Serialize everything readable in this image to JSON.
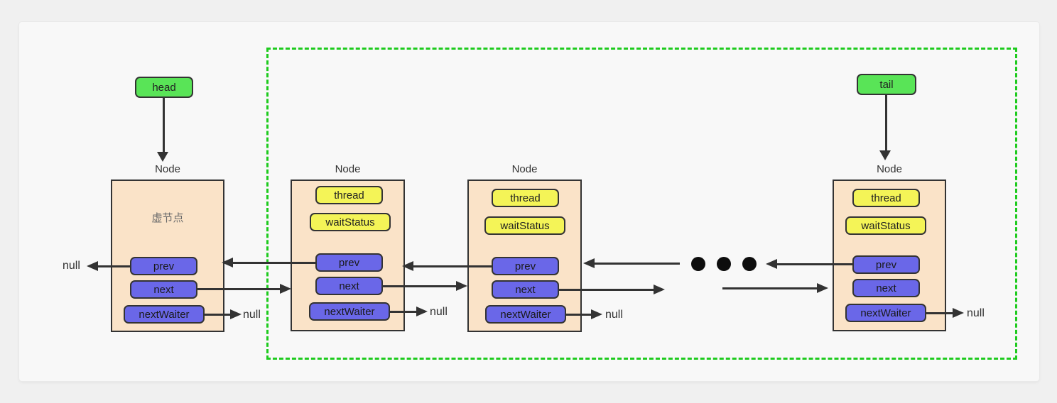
{
  "diagram": {
    "head_pointer": "head",
    "tail_pointer": "tail",
    "null_label": "null",
    "nodes": [
      {
        "title": "Node",
        "body_label": "虚节点",
        "fields": {
          "prev": "prev",
          "next": "next",
          "nextWaiter": "nextWaiter"
        }
      },
      {
        "title": "Node",
        "fields": {
          "thread": "thread",
          "waitStatus": "waitStatus",
          "prev": "prev",
          "next": "next",
          "nextWaiter": "nextWaiter"
        }
      },
      {
        "title": "Node",
        "fields": {
          "thread": "thread",
          "waitStatus": "waitStatus",
          "prev": "prev",
          "next": "next",
          "nextWaiter": "nextWaiter"
        }
      },
      {
        "title": "Node",
        "fields": {
          "thread": "thread",
          "waitStatus": "waitStatus",
          "prev": "prev",
          "next": "next",
          "nextWaiter": "nextWaiter"
        }
      }
    ],
    "ellipsis_dot_count": 3
  },
  "colors": {
    "pointer-green": "#59e457",
    "field-yellow": "#f4f457",
    "field-purple": "#6a67e8",
    "node-fill": "#fae3c8",
    "stroke": "#333333",
    "boundary-green": "#1ecb1e",
    "panel-bg": "#f8f8f8",
    "page-bg": "#f0f0f0"
  }
}
